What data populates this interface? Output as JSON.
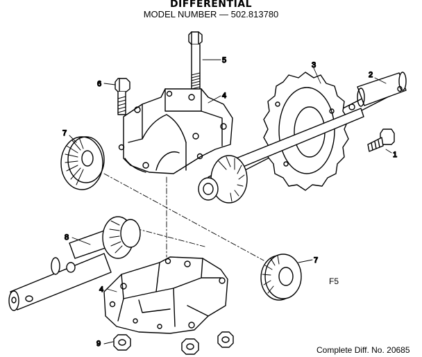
{
  "header": {
    "title": "DIFFERENTIAL",
    "model": "MODEL NUMBER — 502.813780"
  },
  "callouts": {
    "c1": "1",
    "c2": "2",
    "c3": "3",
    "c4a": "4",
    "c4b": "4",
    "c5": "5",
    "c6": "6",
    "c7a": "7",
    "c7b": "7",
    "c8": "8",
    "c9": "9"
  },
  "page_code": "F5",
  "footer": "Complete Diff. No. 20685"
}
